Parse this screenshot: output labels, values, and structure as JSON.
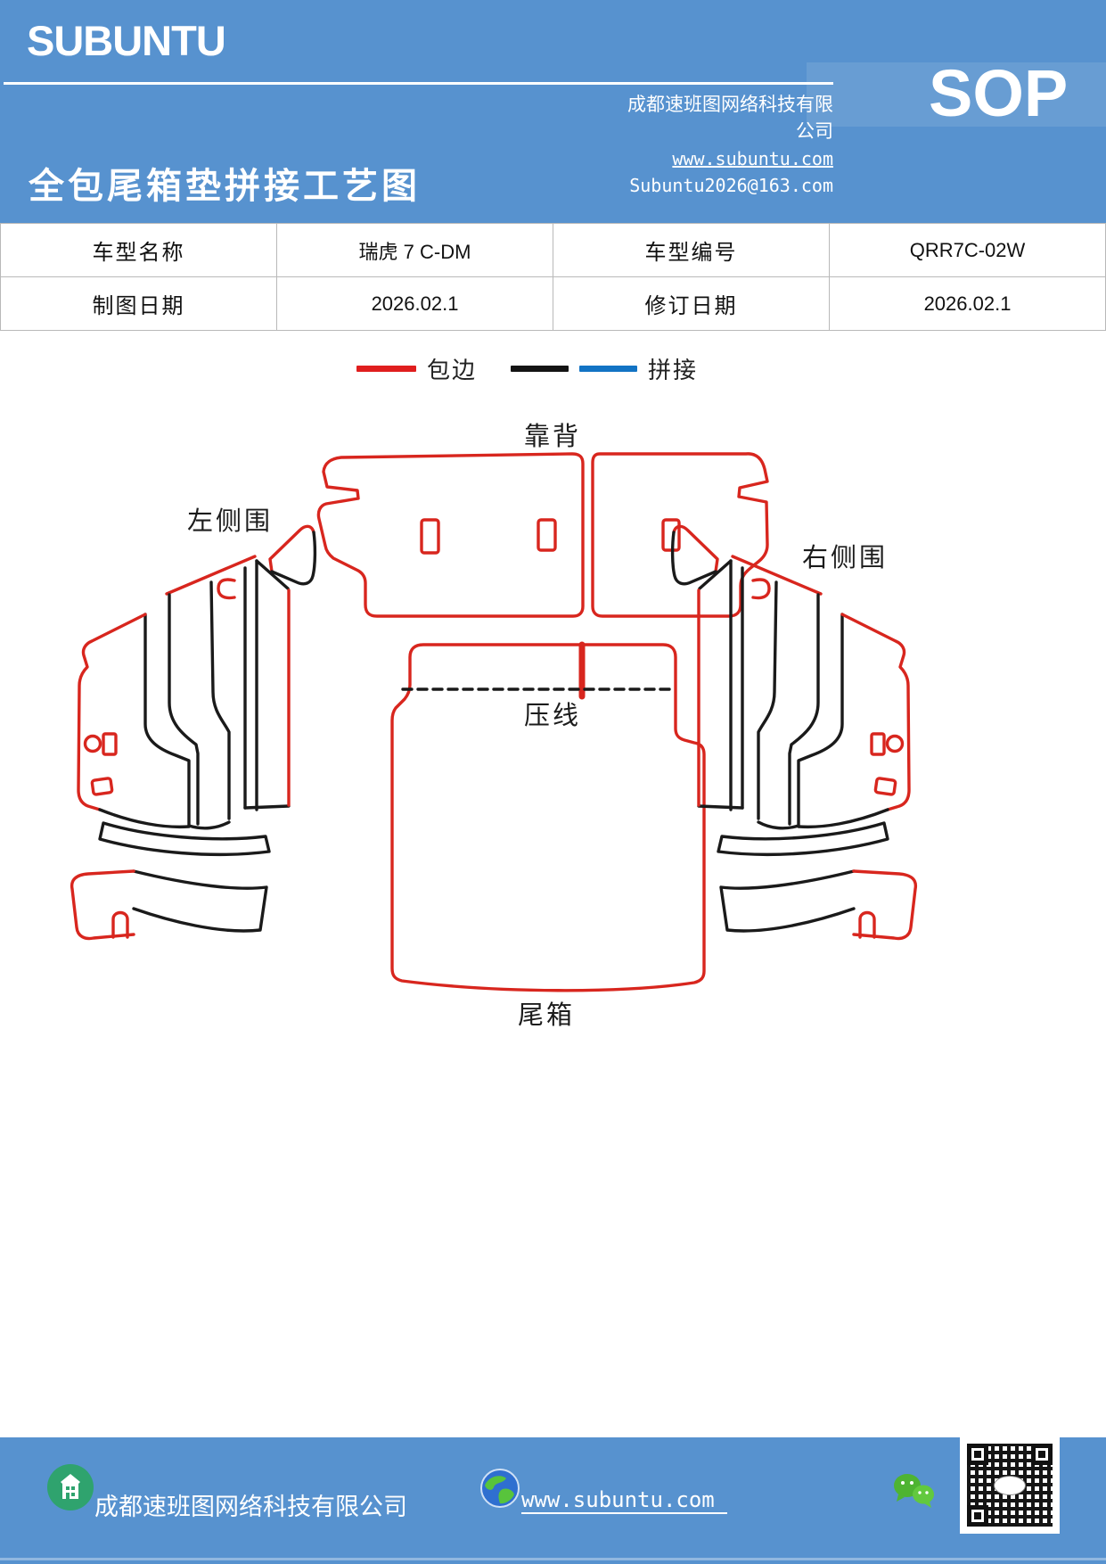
{
  "theme": {
    "banner_blue": "#5792cf",
    "outline_red": "#d8261e",
    "outline_black": "#1a1a1a",
    "stitch_blue": "#1273c4"
  },
  "header": {
    "logo": "SUBUNTU",
    "company": "成都速班图网络科技有限公司",
    "title": "全包尾箱垫拼接工艺图",
    "website": "www.subuntu.com",
    "email": "Subuntu2026@163.com",
    "sop_label": "SOP"
  },
  "info_table": {
    "rows": [
      [
        "车型名称",
        "瑞虎 7 C-DM",
        "车型编号",
        "QRR7C-02W"
      ],
      [
        "制图日期",
        "2026.02.1",
        "修订日期",
        "2026.02.1"
      ]
    ]
  },
  "legend": {
    "edge_label": "包边",
    "stitch_label": "拼接",
    "edge_color": "#e01e1e",
    "stitch_color_black": "#141414",
    "stitch_color_blue": "#1273c4"
  },
  "diagram": {
    "labels": {
      "backrest": "靠背",
      "left_side": "左侧围",
      "right_side": "右侧围",
      "press_line": "压线",
      "trunk": "尾箱"
    }
  },
  "footer": {
    "company": "成都速班图网络科技有限公司",
    "website": "www.subuntu.com",
    "icons": {
      "building": "building-icon",
      "globe": "globe-icon",
      "wechat": "wechat-icon",
      "qr": "qr-code"
    }
  }
}
